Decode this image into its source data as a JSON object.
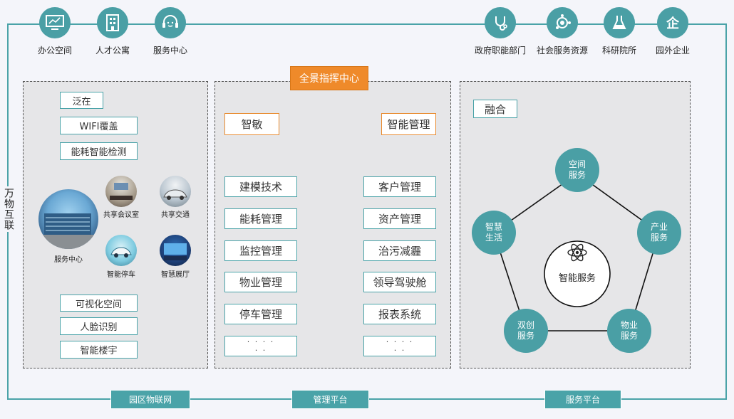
{
  "side_label": "万物互联",
  "top_left_icons": [
    {
      "label": "办公空间",
      "icon": "monitor-chart-icon"
    },
    {
      "label": "人才公寓",
      "icon": "building-icon"
    },
    {
      "label": "服务中心",
      "icon": "headset-icon"
    }
  ],
  "top_right_icons": [
    {
      "label": "政府职能部门",
      "icon": "stethoscope-icon"
    },
    {
      "label": "社会服务资源",
      "icon": "network-icon"
    },
    {
      "label": "科研院所",
      "icon": "flask-icon"
    },
    {
      "label": "园外企业",
      "icon": "qi-icon",
      "glyph": "企"
    }
  ],
  "left_panel": {
    "top_items": [
      "泛在",
      "WIFI覆盖",
      "能耗智能检测"
    ],
    "photos": {
      "main": "服务中心",
      "meeting": "共享会议室",
      "traffic": "共享交通",
      "parking": "智能停车",
      "hall": "智慧展厅"
    },
    "bottom_items": [
      "可视化空间",
      "人脸识别",
      "智能楼宇"
    ],
    "tab": "园区物联网"
  },
  "middle_panel": {
    "header": "全景指挥中心",
    "left_title": "智敏",
    "right_title": "智能管理",
    "left_items": [
      "建模技术",
      "能耗管理",
      "监控管理",
      "物业管理",
      "停车管理",
      "· · · ·\n· ·"
    ],
    "right_items": [
      "客户管理",
      "资产管理",
      "治污减霾",
      "领导驾驶舱",
      "报表系统",
      "· · · ·\n· ·"
    ],
    "tab": "管理平台"
  },
  "right_panel": {
    "title": "融合",
    "center": "智能服务",
    "nodes": {
      "top": "空间服务",
      "right": "产业服务",
      "bottom_right": "物业服务",
      "bottom_left": "双创服务",
      "left": "智慧生活"
    },
    "tab": "服务平台"
  },
  "colors": {
    "teal": "#4aa3a8",
    "orange": "#ef8a2a",
    "panel": "#e6e6e8"
  }
}
